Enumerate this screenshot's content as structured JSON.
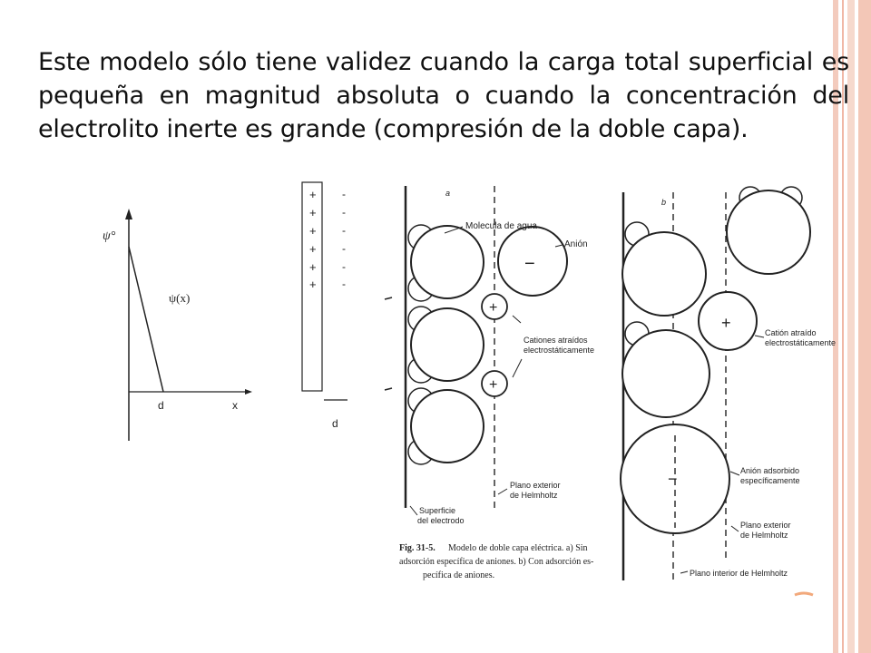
{
  "slide": {
    "paragraph": "Este modelo sólo tiene validez cuando la carga total superficial es pequeña en magnitud absoluta o cuando la concentración del electrolito inerte es grande (compresión de la doble capa)."
  },
  "potential_graph": {
    "psi0_label": "ψ°",
    "psix_label": "ψ(x)",
    "d_label": "d",
    "x_label": "x"
  },
  "plate_diagram": {
    "plus_sign": "+",
    "minus_sign": "-",
    "d_label": "d"
  },
  "figure_a": {
    "panel_label": "a",
    "water_label": "Molecula de agua",
    "anion_label": "Anión",
    "cation_label_1": "Cationes atraídos",
    "cation_label_2": "electrostáticamente",
    "outer_plane_1": "Plano exterior",
    "outer_plane_2": "de Helmholtz",
    "surface_1": "Superficie",
    "surface_2": "del electrodo",
    "ion_minus": "−",
    "ion_plus": "+"
  },
  "figure_b": {
    "panel_label": "b",
    "cation_label_1": "Catión atraído",
    "cation_label_2": "electrostáticamente",
    "anion_ads_1": "Anión adsorbido",
    "anion_ads_2": "específicamente",
    "outer_plane_1": "Plano exterior",
    "outer_plane_2": "de Helmholtz",
    "inner_plane": "Plano interior de Helmholtz"
  },
  "caption": {
    "fig_num": "Fig. 31-5.",
    "line1": "Modelo de doble capa eléctrica. a) Sin",
    "line2": "adsorción específica de aniones. b) Con adsorción es-",
    "line3": "pecífica de aniones."
  }
}
